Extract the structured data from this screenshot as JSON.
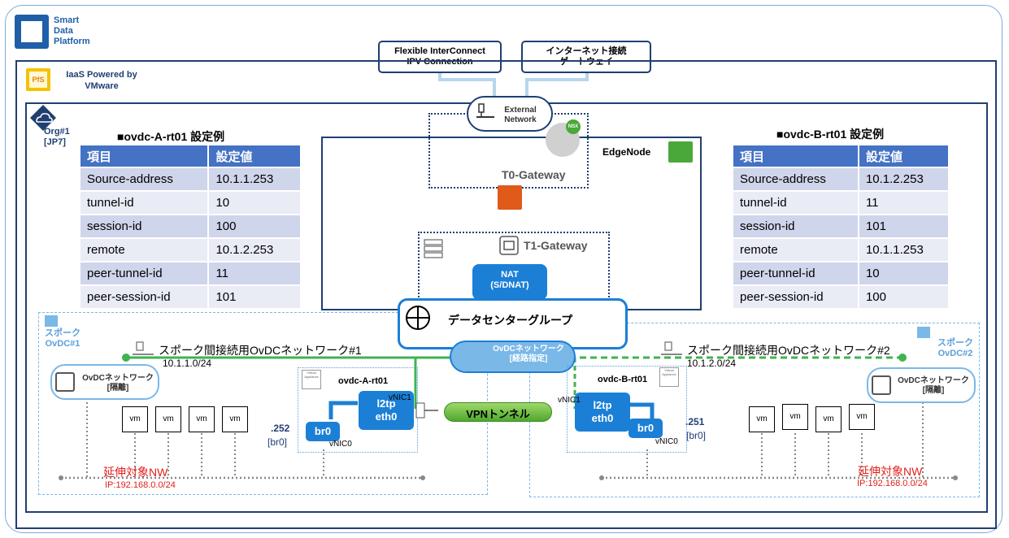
{
  "brand": {
    "sdp": "Smart\nData\nPlatform",
    "iaas": "IaaS Powered by VMware",
    "pfs": "PfS"
  },
  "top": {
    "fic": "Flexible InterConnect\nIPV Connection",
    "internet": "インターネット接続\nゲートウェイ"
  },
  "org_label": "Org#1\n[JP7]",
  "edge": {
    "external_network": "External\nNetwork",
    "t0": "T0-Gateway",
    "edgenode": "EdgeNode",
    "t1": "T1-Gateway",
    "nat": "NAT\n(S/DNAT)",
    "nsx": "NSX"
  },
  "dcg": "データセンターグループ",
  "ovdc_network": "OvDCネットワーク\n[経路指定]",
  "spoke1": {
    "label": "スポーク\nOvDC#1",
    "net": "スポーク間接続用OvDCネットワーク#1",
    "subnet": "10.1.1.0/24",
    "iso": "OvDCネットワーク\n[隔離]",
    "router": "ovdc-A-rt01",
    "l2tp": "l2tp\neth0",
    "br0": "br0",
    "vnic0": "vNIC0",
    "vnic1": "vNIC1",
    "ip": ".252",
    "ip_if": "[br0]",
    "ext": "延伸対象NW",
    "ext_ip": "IP:192.168.0.0/24",
    "vm": [
      "vm",
      "vm",
      "vm",
      "vm"
    ],
    "appliance": "Virtual\nAppliance"
  },
  "spoke2": {
    "label": "スポーク\nOvDC#2",
    "net": "スポーク間接続用OvDCネットワーク#2",
    "subnet": "10.1.2.0/24",
    "iso": "OvDCネットワーク\n[隔離]",
    "router": "ovdc-B-rt01",
    "l2tp": "l2tp\neth0",
    "br0": "br0",
    "vnic0": "vNIC0",
    "vnic1": "vNIC1",
    "ip": ".251",
    "ip_if": "[br0]",
    "ext": "延伸対象NW",
    "ext_ip": "IP:192.168.0.0/24",
    "vm": [
      "vm",
      "vm",
      "vm",
      "vm"
    ],
    "appliance": "Virtual\nAppliance"
  },
  "vpn": "VPNトンネル",
  "tableA": {
    "title": "■ovdc-A-rt01 設定例",
    "headers": [
      "項目",
      "設定値"
    ],
    "rows": [
      [
        "Source-address",
        "10.1.1.253"
      ],
      [
        "tunnel-id",
        "10"
      ],
      [
        "session-id",
        "100"
      ],
      [
        "remote",
        "10.1.2.253"
      ],
      [
        "peer-tunnel-id",
        "11"
      ],
      [
        "peer-session-id",
        "101"
      ]
    ]
  },
  "tableB": {
    "title": "■ovdc-B-rt01 設定例",
    "headers": [
      "項目",
      "設定値"
    ],
    "rows": [
      [
        "Source-address",
        "10.1.2.253"
      ],
      [
        "tunnel-id",
        "11"
      ],
      [
        "session-id",
        "101"
      ],
      [
        "remote",
        "10.1.1.253"
      ],
      [
        "peer-tunnel-id",
        "10"
      ],
      [
        "peer-session-id",
        "100"
      ]
    ]
  }
}
